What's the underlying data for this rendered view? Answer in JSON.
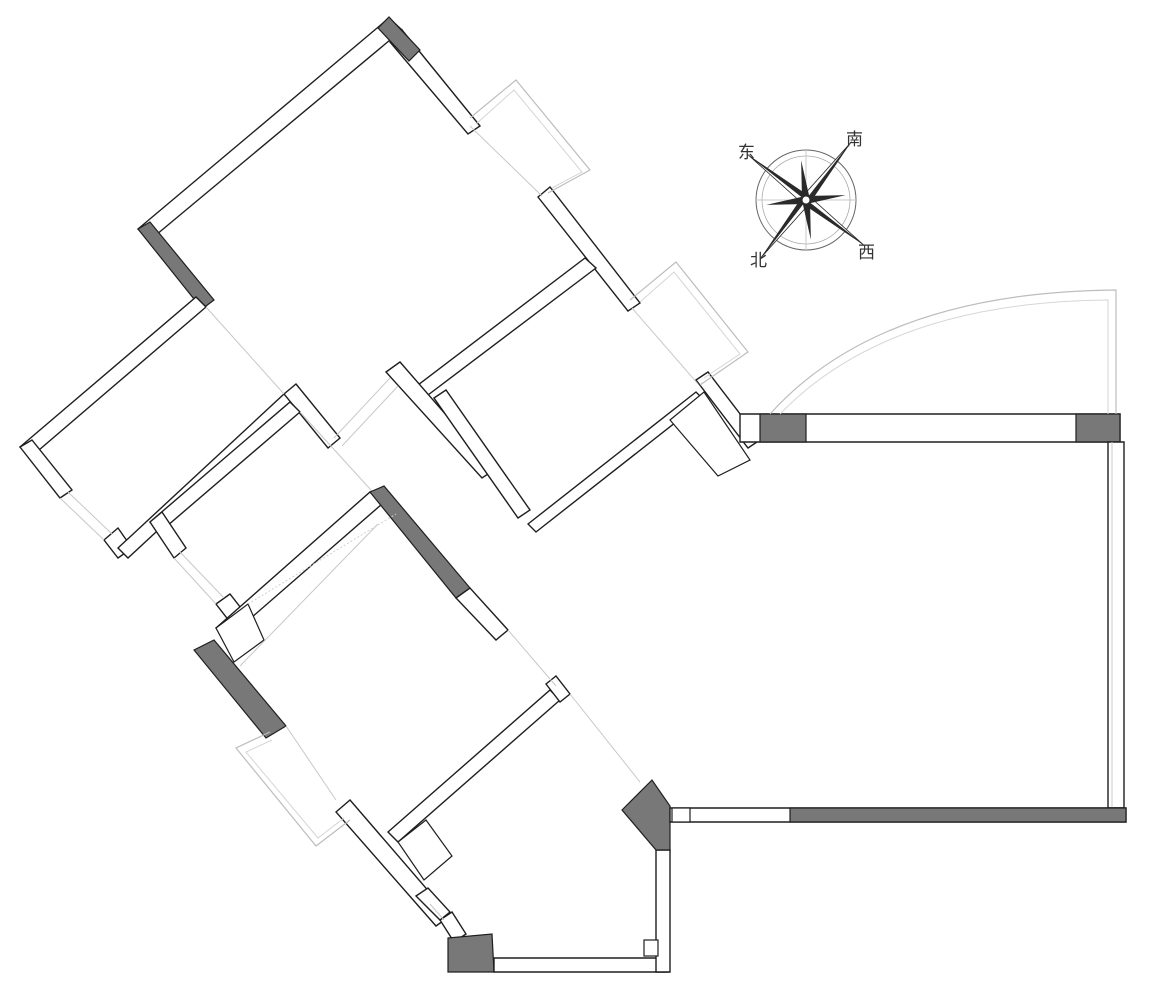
{
  "compass": {
    "east": "东",
    "south": "南",
    "west": "西",
    "north": "北"
  },
  "colors": {
    "wall_outline": "#1e1e1e",
    "column_fill": "#787878",
    "window_line": "#bdbdbd",
    "background": "#ffffff"
  }
}
